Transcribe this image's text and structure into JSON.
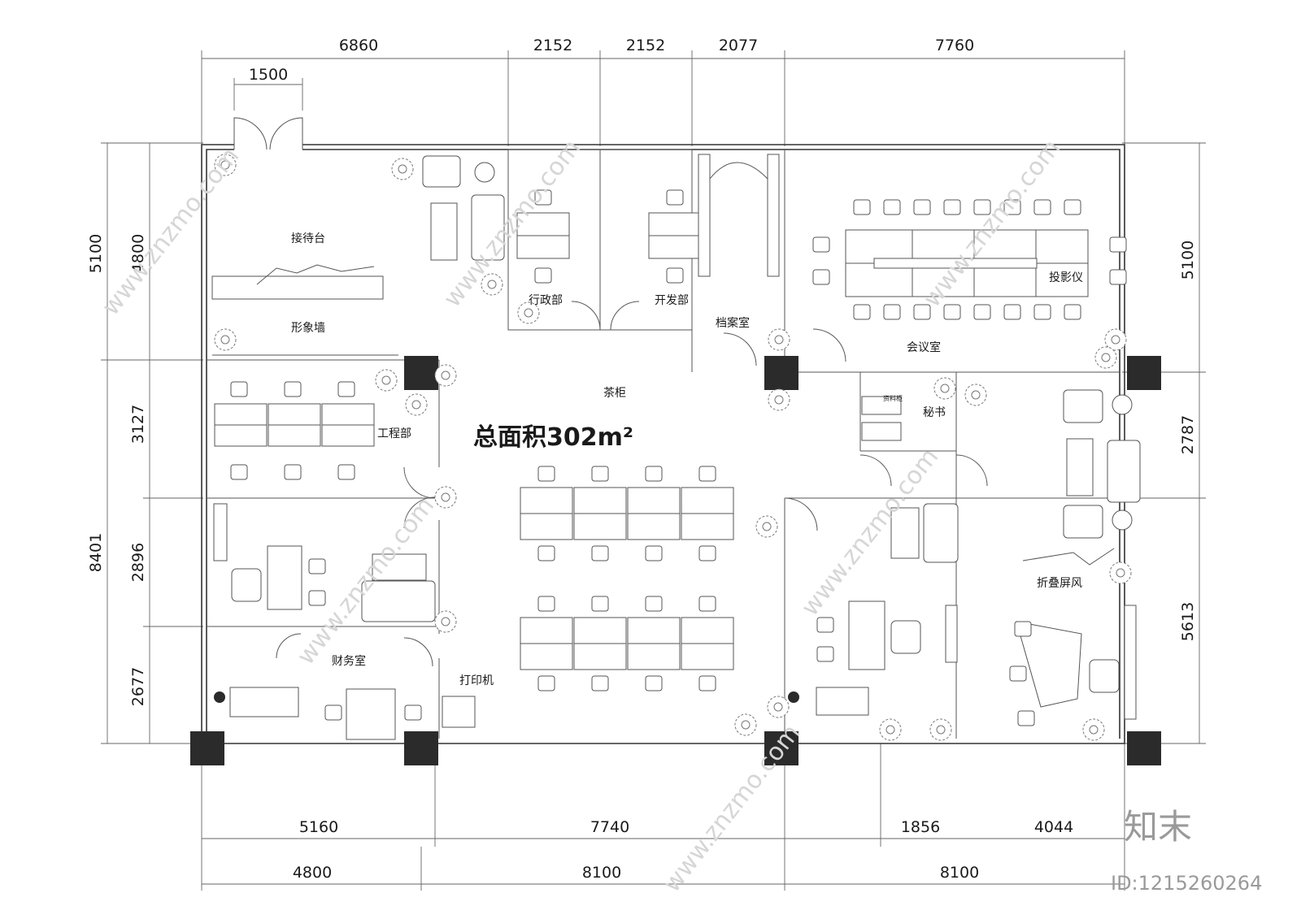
{
  "plan": {
    "total_area_label": "总面积302m²",
    "rooms": {
      "reception_desk": "接待台",
      "image_wall": "形象墙",
      "engineering": "工程部",
      "administration": "行政部",
      "development": "开发部",
      "archive": "档案室",
      "tea_cabinet": "茶柜",
      "meeting_room": "会议室",
      "projector": "投影仪",
      "secretary": "秘书",
      "cabinet_small": "资料柜",
      "folding_screen": "折叠屏风",
      "finance": "财务室",
      "printer": "打印机"
    },
    "dimensions": {
      "top_row": [
        "6860",
        "2152",
        "2152",
        "2077",
        "7760"
      ],
      "door_width": "1500",
      "left_outer": [
        "5100",
        "8401"
      ],
      "left_inner": [
        "4800",
        "3127",
        "2896",
        "2677"
      ],
      "right_outer": [
        "5100",
        "2787",
        "5613"
      ],
      "bottom_inner": [
        "5160",
        "7740",
        "1856",
        "4044"
      ],
      "bottom_outer": [
        "4800",
        "8100",
        "8100"
      ]
    },
    "watermark": {
      "site": "www.znzmo.com",
      "brand": "知末",
      "id_label": "ID:1215260264"
    }
  }
}
